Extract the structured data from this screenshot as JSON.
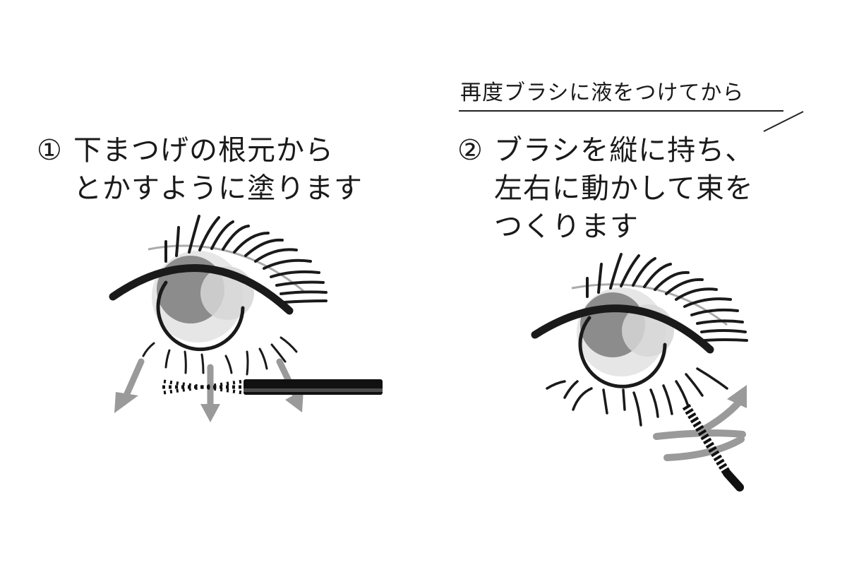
{
  "step1": {
    "number": "①",
    "line1": "下まつげの根元から",
    "line2": "とかすように塗ります"
  },
  "step2": {
    "note": "再度ブラシに液をつけてから",
    "number": "②",
    "line1": "ブラシを縦に持ち、",
    "line2": "左右に動かして束を",
    "line3": "つくります"
  },
  "colors": {
    "ink": "#1a1a1a",
    "arrow_gray": "#9a9a9a",
    "iris_dark": "#8a8a8a",
    "iris_light": "#d8d8d8",
    "eyeball": "#e8e8e8"
  },
  "icons": {
    "left_illustration": "eye-with-horizontal-mascara-brush-icon",
    "right_illustration": "eye-with-vertical-mascara-brush-icon"
  }
}
